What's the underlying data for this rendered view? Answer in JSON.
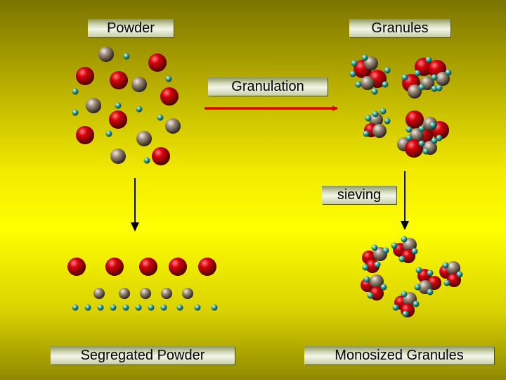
{
  "labels": {
    "powder": "Powder",
    "granules": "Granules",
    "granulation": "Granulation",
    "sieving": "sieving",
    "segregated": "Segregated Powder",
    "monosized": "Monosized Granules"
  },
  "colors": {
    "large_particle": "#c4000a",
    "medium_particle": "#8a7a6a",
    "small_particle": "#2a9a8a",
    "granulation_arrow": "#e00000",
    "arrow": "#000000"
  }
}
